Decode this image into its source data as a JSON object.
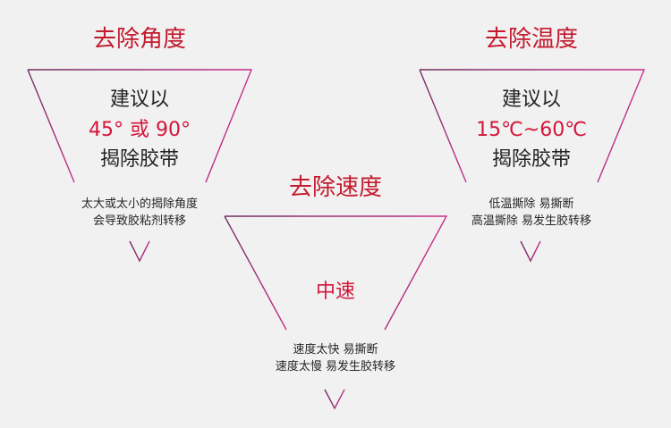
{
  "colors": {
    "background": "#f2f1f1",
    "title": "#c31b2f",
    "highlight": "#d4163a",
    "text": "#222222",
    "note_text": "#262626",
    "stroke_start": "#6f2f5f",
    "stroke_end": "#c72f8b"
  },
  "angle": {
    "title": "去除角度",
    "line1": "建议以",
    "line2": "45° 或 90°",
    "line3": "揭除胶带",
    "note1": "太大或太小的揭除角度",
    "note2": "会导致胶粘剂转移",
    "marker_icon": "chevron-down-icon"
  },
  "temperature": {
    "title": "去除温度",
    "line1": "建议以",
    "line2": "15℃~60℃",
    "line3": "揭除胶带",
    "note1": "低温撕除 易撕断",
    "note2": "高温撕除 易发生胶转移",
    "marker_icon": "chevron-down-icon"
  },
  "speed": {
    "title": "去除速度",
    "line1": "中速",
    "note1": "速度太快 易撕断",
    "note2": "速度太慢 易发生胶转移",
    "marker_icon": "chevron-down-icon"
  }
}
